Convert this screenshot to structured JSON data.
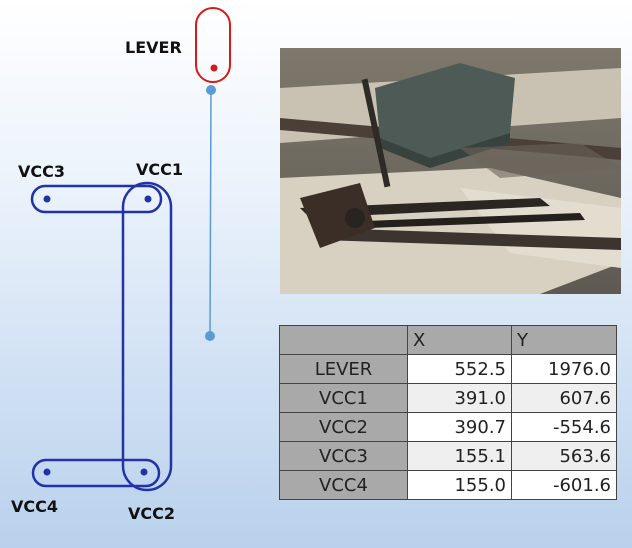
{
  "labels": {
    "lever": "LEVER",
    "vcc1": "VCC1",
    "vcc2": "VCC2",
    "vcc3": "VCC3",
    "vcc4": "VCC4"
  },
  "colors": {
    "lever": "#d61a1a",
    "vcc": "#2233a8",
    "link": "#5b9bd5"
  },
  "photo": {
    "subject": "railway switch point machine with lever and rods on sleepers"
  },
  "table": {
    "headers": [
      "",
      "X",
      "Y"
    ],
    "rows": [
      {
        "name": "LEVER",
        "x": "552.5",
        "y": "1976.0"
      },
      {
        "name": "VCC1",
        "x": "391.0",
        "y": "607.6"
      },
      {
        "name": "VCC2",
        "x": "390.7",
        "y": "-554.6"
      },
      {
        "name": "VCC3",
        "x": "155.1",
        "y": "563.6"
      },
      {
        "name": "VCC4",
        "x": "155.0",
        "y": "-601.6"
      }
    ]
  }
}
